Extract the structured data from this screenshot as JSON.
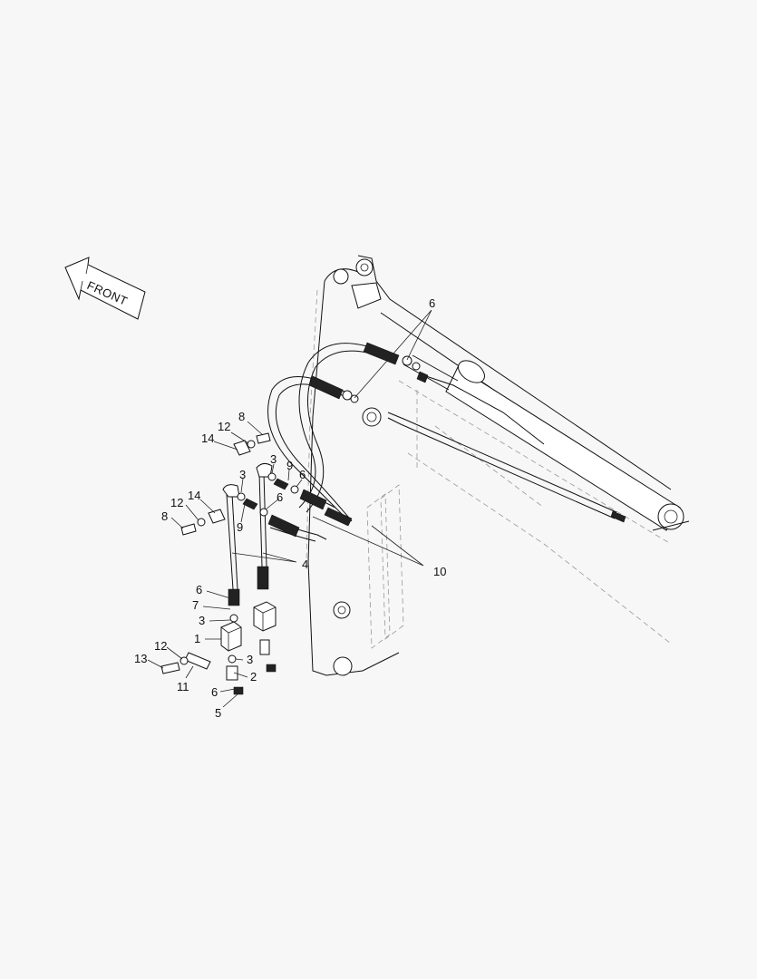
{
  "front_arrow": {
    "label": "FRONT"
  },
  "callouts": [
    {
      "id": "c-6-top",
      "text": "6"
    },
    {
      "id": "c-8-a",
      "text": "8"
    },
    {
      "id": "c-12-a",
      "text": "12"
    },
    {
      "id": "c-14-a",
      "text": "14"
    },
    {
      "id": "c-3-a",
      "text": "3"
    },
    {
      "id": "c-9-a",
      "text": "9"
    },
    {
      "id": "c-6-a",
      "text": "6"
    },
    {
      "id": "c-3-b",
      "text": "3"
    },
    {
      "id": "c-6-b",
      "text": "6"
    },
    {
      "id": "c-9-b",
      "text": "9"
    },
    {
      "id": "c-12-b",
      "text": "12"
    },
    {
      "id": "c-14-b",
      "text": "14"
    },
    {
      "id": "c-8-b",
      "text": "8"
    },
    {
      "id": "c-4",
      "text": "4"
    },
    {
      "id": "c-10",
      "text": "10"
    },
    {
      "id": "c-6-c",
      "text": "6"
    },
    {
      "id": "c-7",
      "text": "7"
    },
    {
      "id": "c-3-c",
      "text": "3"
    },
    {
      "id": "c-1",
      "text": "1"
    },
    {
      "id": "c-3-d",
      "text": "3"
    },
    {
      "id": "c-12-c",
      "text": "12"
    },
    {
      "id": "c-13",
      "text": "13"
    },
    {
      "id": "c-11",
      "text": "11"
    },
    {
      "id": "c-2",
      "text": "2"
    },
    {
      "id": "c-6-d",
      "text": "6"
    },
    {
      "id": "c-5",
      "text": "5"
    }
  ]
}
